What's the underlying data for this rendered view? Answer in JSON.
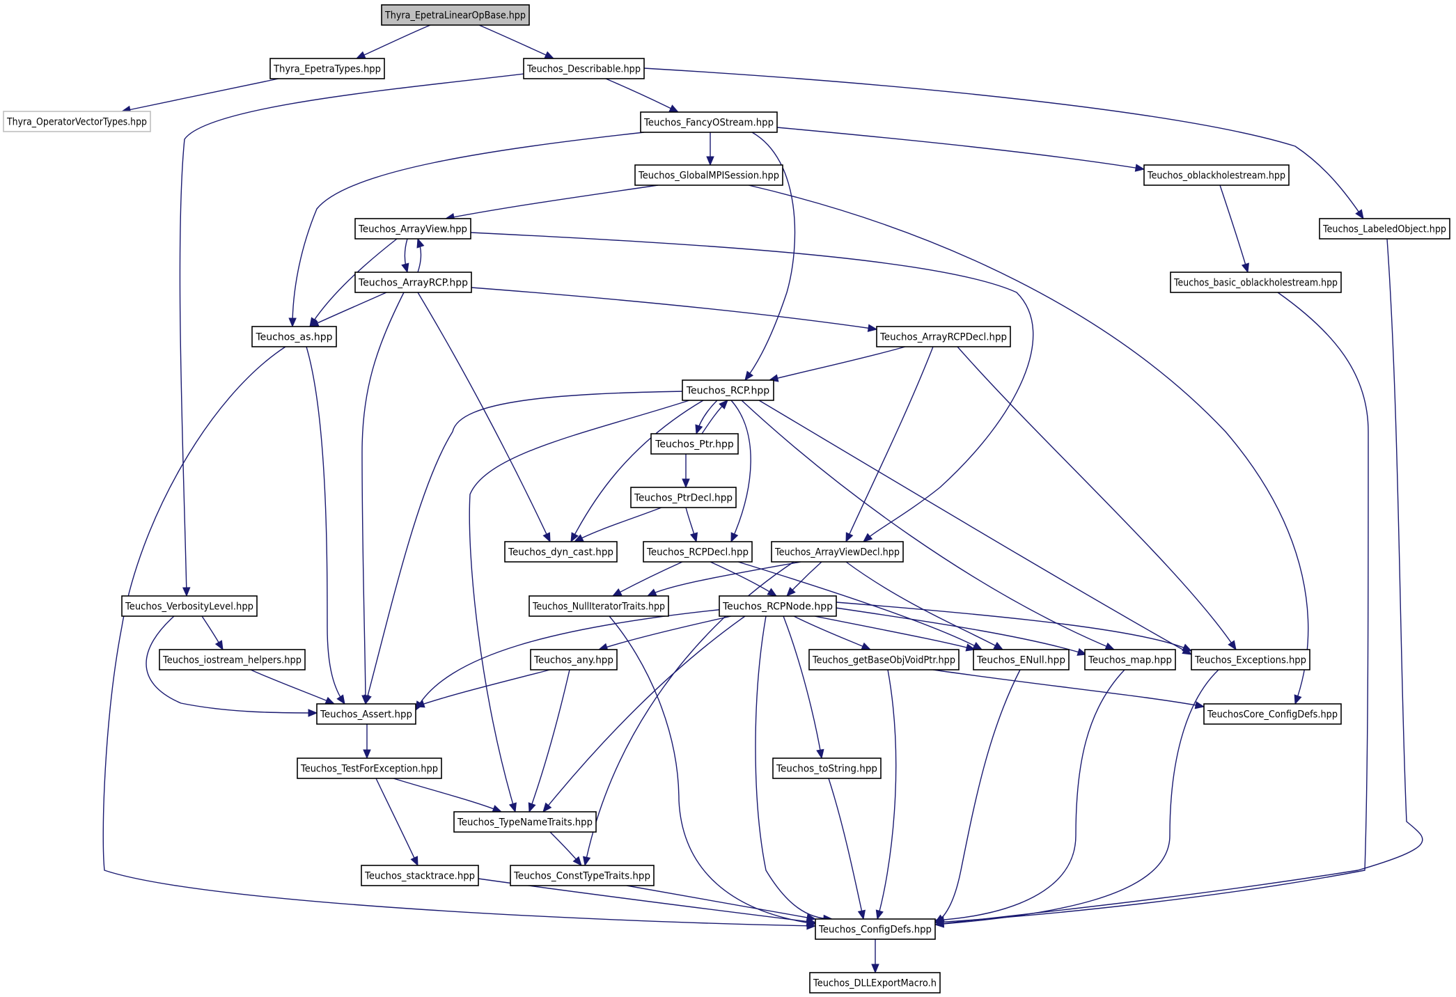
{
  "colors": {
    "edge": "#191970",
    "node_border": "#000000",
    "external_border": "#bfbfbf",
    "root_fill": "#bfbfbf"
  },
  "nodes": [
    {
      "id": "root",
      "label": "Thyra_EpetraLinearOpBase.hpp"
    },
    {
      "id": "epetratypes",
      "label": "Thyra_EpetraTypes.hpp"
    },
    {
      "id": "describable",
      "label": "Teuchos_Describable.hpp"
    },
    {
      "id": "opvectortypes",
      "label": "Thyra_OperatorVectorTypes.hpp"
    },
    {
      "id": "fancyostream",
      "label": "Teuchos_FancyOStream.hpp"
    },
    {
      "id": "globalmpi",
      "label": "Teuchos_GlobalMPISession.hpp"
    },
    {
      "id": "oblackhole",
      "label": "Teuchos_oblackholestream.hpp"
    },
    {
      "id": "labeledobject",
      "label": "Teuchos_LabeledObject.hpp"
    },
    {
      "id": "arrayview",
      "label": "Teuchos_ArrayView.hpp"
    },
    {
      "id": "arrayrcp",
      "label": "Teuchos_ArrayRCP.hpp"
    },
    {
      "id": "basicoblackhole",
      "label": "Teuchos_basic_oblackholestream.hpp"
    },
    {
      "id": "as",
      "label": "Teuchos_as.hpp"
    },
    {
      "id": "arrayrcpdecl",
      "label": "Teuchos_ArrayRCPDecl.hpp"
    },
    {
      "id": "rcp",
      "label": "Teuchos_RCP.hpp"
    },
    {
      "id": "ptr",
      "label": "Teuchos_Ptr.hpp"
    },
    {
      "id": "ptrdecl",
      "label": "Teuchos_PtrDecl.hpp"
    },
    {
      "id": "dyncast",
      "label": "Teuchos_dyn_cast.hpp"
    },
    {
      "id": "rcpdecl",
      "label": "Teuchos_RCPDecl.hpp"
    },
    {
      "id": "arrayviewdecl",
      "label": "Teuchos_ArrayViewDecl.hpp"
    },
    {
      "id": "verbosity",
      "label": "Teuchos_VerbosityLevel.hpp"
    },
    {
      "id": "nulliter",
      "label": "Teuchos_NullIteratorTraits.hpp"
    },
    {
      "id": "rcpnode",
      "label": "Teuchos_RCPNode.hpp"
    },
    {
      "id": "iostreamhelpers",
      "label": "Teuchos_iostream_helpers.hpp"
    },
    {
      "id": "any",
      "label": "Teuchos_any.hpp"
    },
    {
      "id": "getbaseobj",
      "label": "Teuchos_getBaseObjVoidPtr.hpp"
    },
    {
      "id": "enull",
      "label": "Teuchos_ENull.hpp"
    },
    {
      "id": "map",
      "label": "Teuchos_map.hpp"
    },
    {
      "id": "exceptions",
      "label": "Teuchos_Exceptions.hpp"
    },
    {
      "id": "assert",
      "label": "Teuchos_Assert.hpp"
    },
    {
      "id": "coreconfig",
      "label": "TeuchosCore_ConfigDefs.hpp"
    },
    {
      "id": "testforexc",
      "label": "Teuchos_TestForException.hpp"
    },
    {
      "id": "tostring",
      "label": "Teuchos_toString.hpp"
    },
    {
      "id": "typename",
      "label": "Teuchos_TypeNameTraits.hpp"
    },
    {
      "id": "stacktrace",
      "label": "Teuchos_stacktrace.hpp"
    },
    {
      "id": "consttype",
      "label": "Teuchos_ConstTypeTraits.hpp"
    },
    {
      "id": "configdefs",
      "label": "Teuchos_ConfigDefs.hpp"
    },
    {
      "id": "dllexport",
      "label": "Teuchos_DLLExportMacro.h"
    }
  ]
}
